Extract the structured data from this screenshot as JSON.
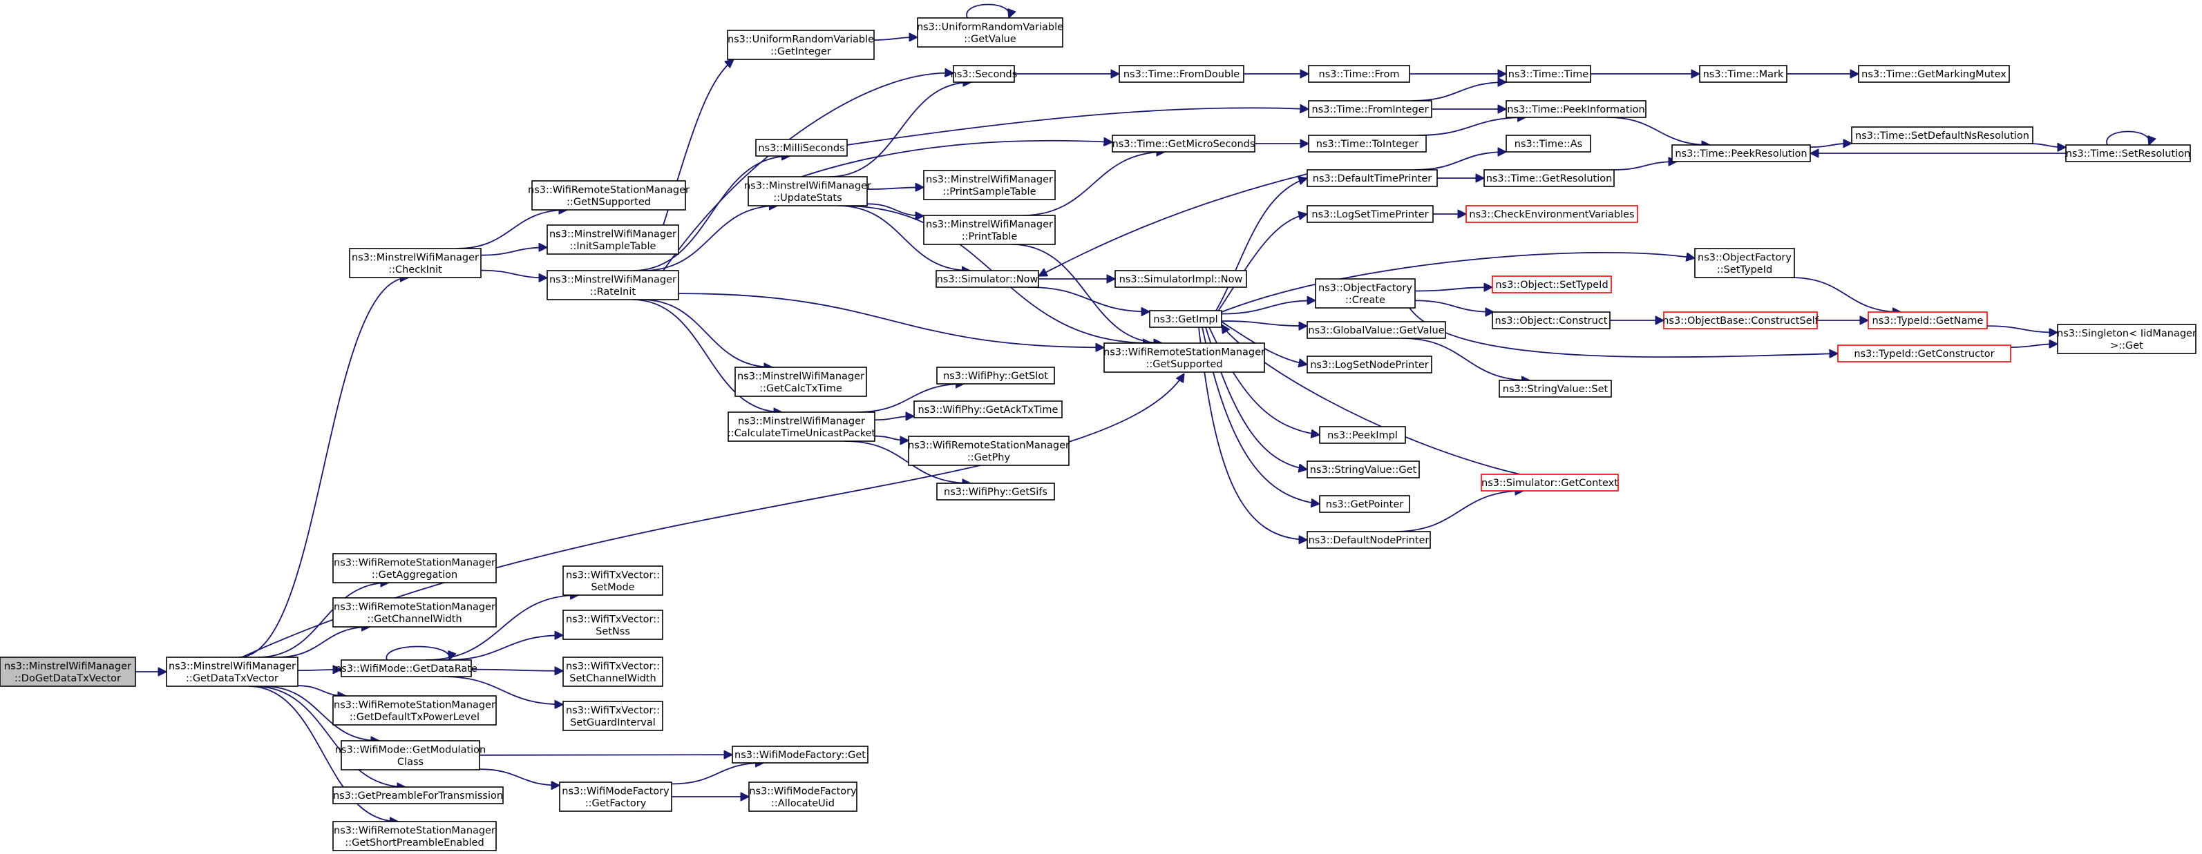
{
  "colors": {
    "edge": "#191970",
    "root_fill": "#bfbfbf",
    "truncated_border": "#ff0000"
  },
  "nodes": {
    "dogetdatatxvector": {
      "lines": [
        "ns3::MinstrelWifiManager",
        "::DoGetDataTxVector"
      ]
    },
    "getdatatxvector": {
      "lines": [
        "ns3::MinstrelWifiManager",
        "::GetDataTxVector"
      ]
    },
    "checkinit": {
      "lines": [
        "ns3::MinstrelWifiManager",
        "::CheckInit"
      ]
    },
    "getnsupported": {
      "lines": [
        "ns3::WifiRemoteStationManager",
        "::GetNSupported"
      ]
    },
    "initsampletable": {
      "lines": [
        "ns3::MinstrelWifiManager",
        "::InitSampleTable"
      ]
    },
    "rateinit": {
      "lines": [
        "ns3::MinstrelWifiManager",
        "::RateInit"
      ]
    },
    "urv-getinteger": {
      "lines": [
        "ns3::UniformRandomVariable",
        "::GetInteger"
      ]
    },
    "urv-getvalue": {
      "lines": [
        "ns3::UniformRandomVariable",
        "::GetValue"
      ]
    },
    "seconds": {
      "lines": [
        "ns3::Seconds"
      ]
    },
    "milliseconds": {
      "lines": [
        "ns3::MilliSeconds"
      ]
    },
    "updatestats": {
      "lines": [
        "ns3::MinstrelWifiManager",
        "::UpdateStats"
      ]
    },
    "getcalctxtime": {
      "lines": [
        "ns3::MinstrelWifiManager",
        "::GetCalcTxTime"
      ]
    },
    "calculatetimeunicastpacket": {
      "lines": [
        "ns3::MinstrelWifiManager",
        "::CalculateTimeUnicastPacket"
      ]
    },
    "printsampletable": {
      "lines": [
        "ns3::MinstrelWifiManager",
        "::PrintSampleTable"
      ]
    },
    "printtable": {
      "lines": [
        "ns3::MinstrelWifiManager",
        "::PrintTable"
      ]
    },
    "simulator-now": {
      "lines": [
        "ns3::Simulator::Now"
      ]
    },
    "getslot": {
      "lines": [
        "ns3::WifiPhy::GetSlot"
      ]
    },
    "getacktxtime": {
      "lines": [
        "ns3::WifiPhy::GetAckTxTime"
      ]
    },
    "getphy": {
      "lines": [
        "ns3::WifiRemoteStationManager",
        "::GetPhy"
      ]
    },
    "getsifs": {
      "lines": [
        "ns3::WifiPhy::GetSifs"
      ]
    },
    "fromdouble": {
      "lines": [
        "ns3::Time::FromDouble"
      ]
    },
    "time-from": {
      "lines": [
        "ns3::Time::From"
      ]
    },
    "time-time": {
      "lines": [
        "ns3::Time::Time"
      ]
    },
    "time-mark": {
      "lines": [
        "ns3::Time::Mark"
      ]
    },
    "getmarkingmutex": {
      "lines": [
        "ns3::Time::GetMarkingMutex"
      ]
    },
    "fromInteger": {
      "lines": [
        "ns3::Time::FromInteger"
      ]
    },
    "peekinformation": {
      "lines": [
        "ns3::Time::PeekInformation"
      ]
    },
    "getmicroseconds": {
      "lines": [
        "ns3::Time::GetMicroSeconds"
      ]
    },
    "tointeger": {
      "lines": [
        "ns3::Time::ToInteger"
      ]
    },
    "time-as": {
      "lines": [
        "ns3::Time::As"
      ]
    },
    "defaulttimeprinter": {
      "lines": [
        "ns3::DefaultTimePrinter"
      ]
    },
    "getresolution": {
      "lines": [
        "ns3::Time::GetResolution"
      ]
    },
    "peekresolution": {
      "lines": [
        "ns3::Time::PeekResolution"
      ]
    },
    "setdefaultnsresolution": {
      "lines": [
        "ns3::Time::SetDefaultNsResolution"
      ]
    },
    "setresolution": {
      "lines": [
        "ns3::Time::SetResolution"
      ]
    },
    "logsettimeprinter": {
      "lines": [
        "ns3::LogSetTimePrinter"
      ]
    },
    "checkenvironmentvariables": {
      "lines": [
        "ns3::CheckEnvironmentVariables"
      ]
    },
    "simulatorimpl-now": {
      "lines": [
        "ns3::SimulatorImpl::Now"
      ]
    },
    "getimpl": {
      "lines": [
        "ns3::GetImpl"
      ]
    },
    "getsupported": {
      "lines": [
        "ns3::WifiRemoteStationManager",
        "::GetSupported"
      ]
    },
    "objectfactory-create": {
      "lines": [
        "ns3::ObjectFactory",
        "::Create"
      ]
    },
    "objectfactory-settypeid": {
      "lines": [
        "ns3::ObjectFactory",
        "::SetTypeId"
      ]
    },
    "object-settypeid": {
      "lines": [
        "ns3::Object::SetTypeId"
      ]
    },
    "object-construct": {
      "lines": [
        "ns3::Object::Construct"
      ]
    },
    "constructself": {
      "lines": [
        "ns3::ObjectBase::ConstructSelf"
      ]
    },
    "typeid-getname": {
      "lines": [
        "ns3::TypeId::GetName"
      ]
    },
    "singleton-get": {
      "lines": [
        "ns3::Singleton< IidManager",
        ">::Get"
      ]
    },
    "typeid-getconstructor": {
      "lines": [
        "ns3::TypeId::GetConstructor"
      ]
    },
    "globalvalue-getvalue": {
      "lines": [
        "ns3::GlobalValue::GetValue"
      ]
    },
    "stringvalue-set": {
      "lines": [
        "ns3::StringValue::Set"
      ]
    },
    "logsetnodeprinter": {
      "lines": [
        "ns3::LogSetNodePrinter"
      ]
    },
    "peekimpl": {
      "lines": [
        "ns3::PeekImpl"
      ]
    },
    "stringvalue-get": {
      "lines": [
        "ns3::StringValue::Get"
      ]
    },
    "getpointer": {
      "lines": [
        "ns3::GetPointer"
      ]
    },
    "defaultnodeprinter": {
      "lines": [
        "ns3::DefaultNodePrinter"
      ]
    },
    "simulator-getcontext": {
      "lines": [
        "ns3::Simulator::GetContext"
      ]
    },
    "getaggregation": {
      "lines": [
        "ns3::WifiRemoteStationManager",
        "::GetAggregation"
      ]
    },
    "getchannelwidth": {
      "lines": [
        "ns3::WifiRemoteStationManager",
        "::GetChannelWidth"
      ]
    },
    "getdatarate": {
      "lines": [
        "ns3::WifiMode::GetDataRate"
      ]
    },
    "getdefaulttxpowerlevel": {
      "lines": [
        "ns3::WifiRemoteStationManager",
        "::GetDefaultTxPowerLevel"
      ]
    },
    "getmodulationclass": {
      "lines": [
        "ns3::WifiMode::GetModulation",
        "Class"
      ]
    },
    "getpreamblefortransmission": {
      "lines": [
        "ns3::GetPreambleForTransmission"
      ]
    },
    "getshortpreambleenabled": {
      "lines": [
        "ns3::WifiRemoteStationManager",
        "::GetShortPreambleEnabled"
      ]
    },
    "setmode": {
      "lines": [
        "ns3::WifiTxVector::",
        "SetMode"
      ]
    },
    "setnss": {
      "lines": [
        "ns3::WifiTxVector::",
        "SetNss"
      ]
    },
    "setchannelwidth": {
      "lines": [
        "ns3::WifiTxVector::",
        "SetChannelWidth"
      ]
    },
    "setguardinterval": {
      "lines": [
        "ns3::WifiTxVector::",
        "SetGuardInterval"
      ]
    },
    "wifimodefactory-get": {
      "lines": [
        "ns3::WifiModeFactory::Get"
      ]
    },
    "wifimodefactory-getfactory": {
      "lines": [
        "ns3::WifiModeFactory",
        "::GetFactory"
      ]
    },
    "allocateuid": {
      "lines": [
        "ns3::WifiModeFactory",
        "::AllocateUid"
      ]
    }
  }
}
